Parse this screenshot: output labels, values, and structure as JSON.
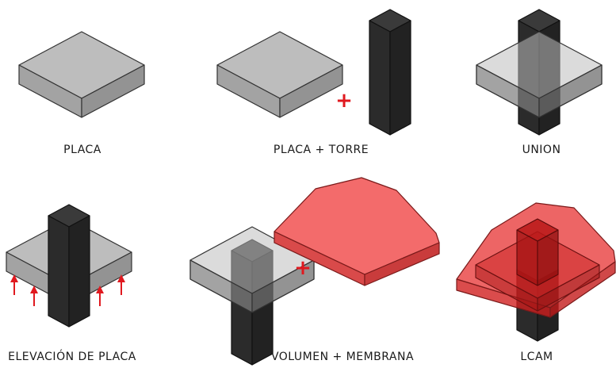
{
  "captions": {
    "placa": "PLACA",
    "placa_torre": "PLACA + TORRE",
    "union": "UNION",
    "elevacion": "ELEVACIÓN DE PLACA",
    "volumen": "VOLUMEN + MEMBRANA",
    "lcam": "LCAM"
  },
  "operators": {
    "plus": "+"
  },
  "colors": {
    "slab_top": "#bcbcbc",
    "slab_side_left": "#9a9a9a",
    "slab_side_right": "#8a8a8a",
    "tower": "#2a2a2a",
    "membrane": "#f06a6a",
    "accent_red": "#e0191f"
  }
}
